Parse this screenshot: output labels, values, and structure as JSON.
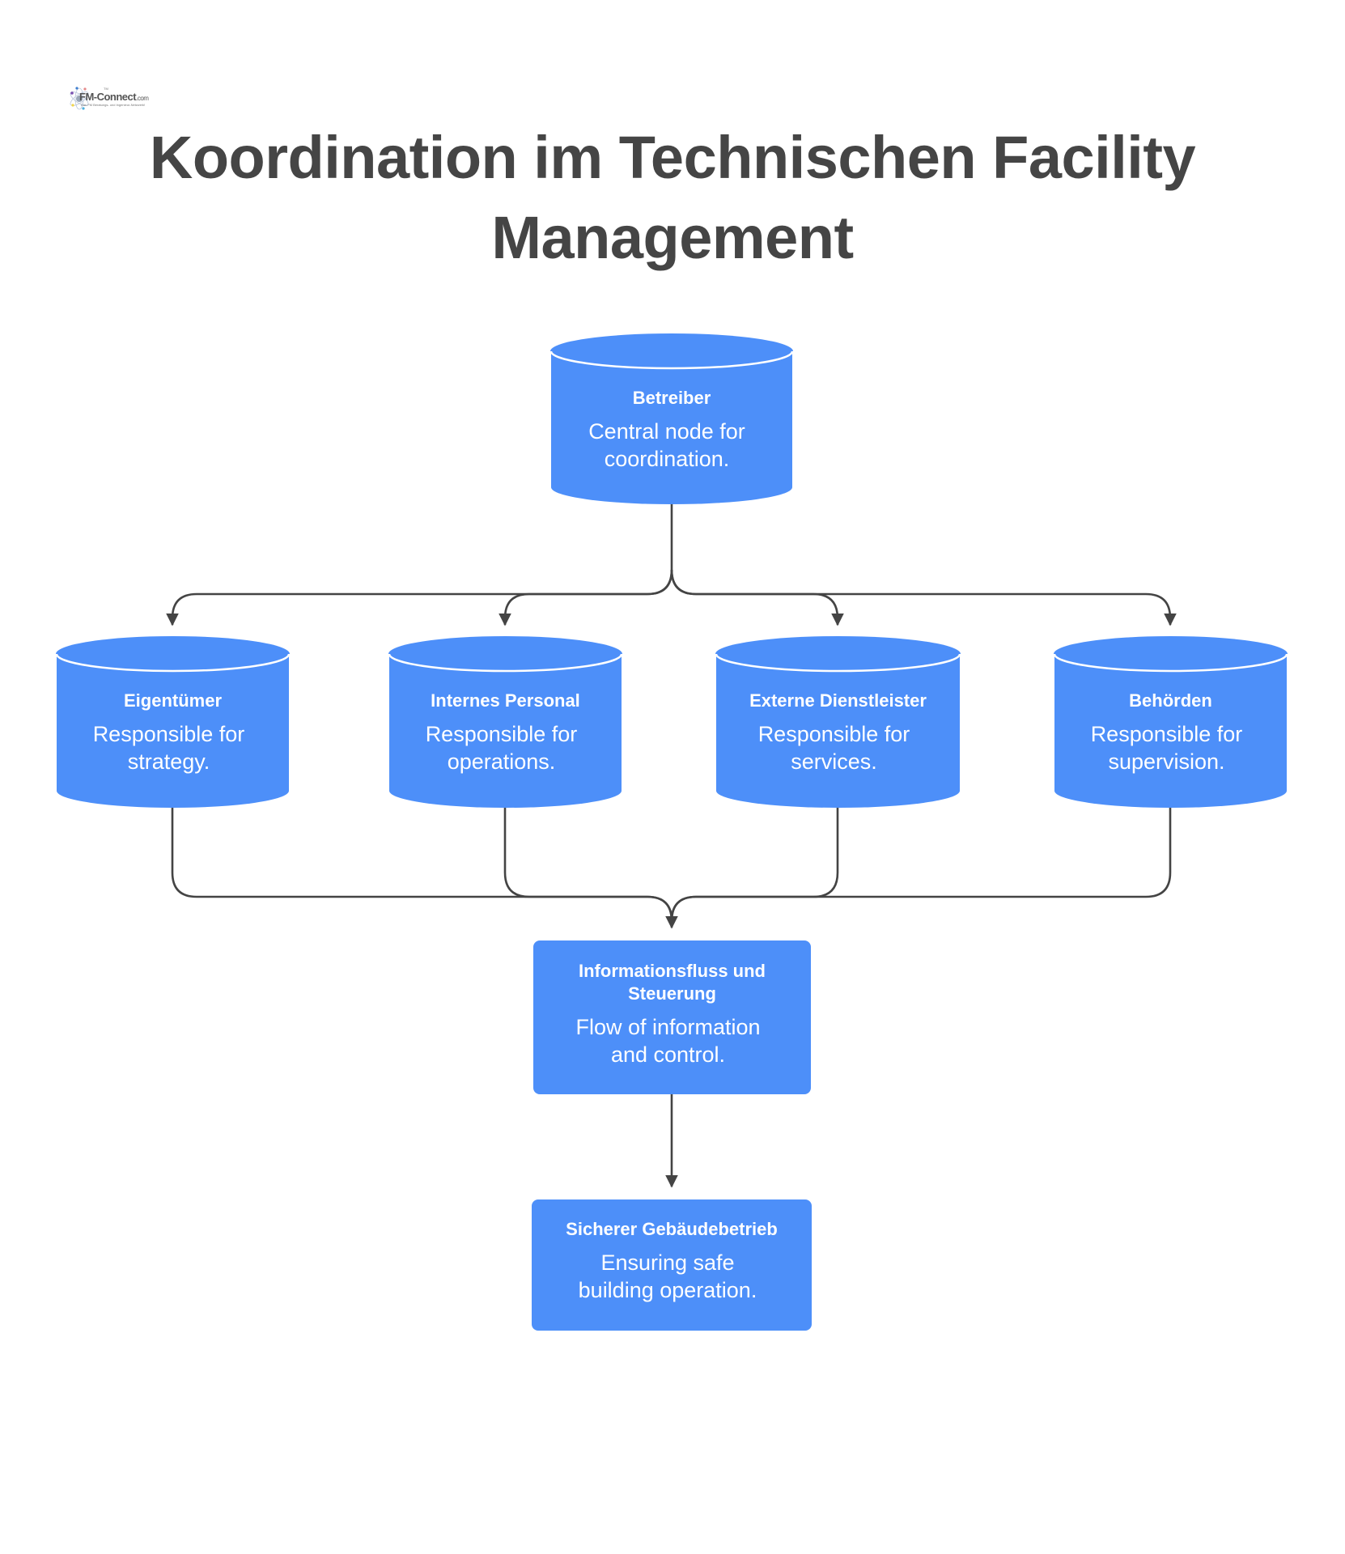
{
  "logo": {
    "name": "FM-Connect",
    "suffix": ".com",
    "trademark": "TM",
    "tagline": "Das FM Beratungs- und Ingenieur-Netzwerk!"
  },
  "title": {
    "line1": "Koordination im Technischen Facility",
    "line2": "Management"
  },
  "colors": {
    "node_fill": "#4d8ff9",
    "connector": "#444444",
    "title": "#454545",
    "background": "#ffffff"
  },
  "nodes": {
    "betreiber": {
      "label": "Betreiber",
      "desc_line1": "Central node for",
      "desc_line2": "coordination.",
      "shape": "cylinder"
    },
    "eigentuemer": {
      "label": "Eigentümer",
      "desc_line1": "Responsible for",
      "desc_line2": "strategy.",
      "shape": "cylinder"
    },
    "internes_personal": {
      "label": "Internes Personal",
      "desc_line1": "Responsible for",
      "desc_line2": "operations.",
      "shape": "cylinder"
    },
    "externe_dienstleister": {
      "label": "Externe Dienstleister",
      "desc_line1": "Responsible for",
      "desc_line2": "services.",
      "shape": "cylinder"
    },
    "behoerden": {
      "label": "Behörden",
      "desc_line1": "Responsible for",
      "desc_line2": "supervision.",
      "shape": "cylinder"
    },
    "informationsfluss": {
      "label_line1": "Informationsfluss und",
      "label_line2": "Steuerung",
      "desc_line1": "Flow of information",
      "desc_line2": "and control.",
      "shape": "rectangle"
    },
    "sicherer_betrieb": {
      "label": "Sicherer Gebäudebetrieb",
      "desc_line1": "Ensuring safe",
      "desc_line2": "building operation.",
      "shape": "rectangle"
    }
  },
  "edges": [
    {
      "from": "Betreiber",
      "to": "Eigentümer"
    },
    {
      "from": "Betreiber",
      "to": "Internes Personal"
    },
    {
      "from": "Betreiber",
      "to": "Externe Dienstleister"
    },
    {
      "from": "Betreiber",
      "to": "Behörden"
    },
    {
      "from": "Eigentümer",
      "to": "Informationsfluss und Steuerung"
    },
    {
      "from": "Internes Personal",
      "to": "Informationsfluss und Steuerung"
    },
    {
      "from": "Externe Dienstleister",
      "to": "Informationsfluss und Steuerung"
    },
    {
      "from": "Behörden",
      "to": "Informationsfluss und Steuerung"
    },
    {
      "from": "Informationsfluss und Steuerung",
      "to": "Sicherer Gebäudebetrieb"
    }
  ]
}
